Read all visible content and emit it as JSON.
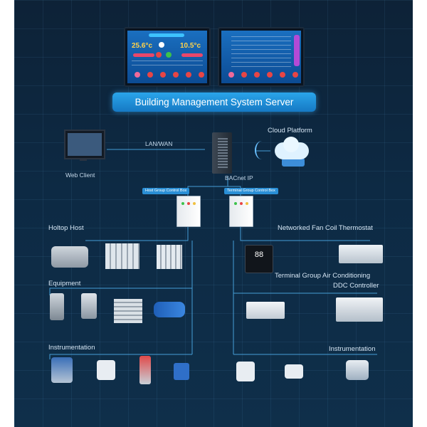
{
  "title": "Building Management System Server",
  "monitor_left": {
    "temp_left": "25.6°c",
    "temp_right": "10.5°c"
  },
  "nodes": {
    "web_client": "Web Client",
    "lan_wan": "LAN/WAN",
    "cloud_platform": "Cloud Platform",
    "bacnet_ip": "BACnet IP",
    "host_group_box": "Host Group Control Box",
    "terminal_group_box": "Terminal Group Control Box"
  },
  "sections": {
    "holtop_host": "Holtop Host",
    "networked_fan_coil": "Networked Fan Coil Thermostat",
    "equipment": "Equipment",
    "terminal_ddc_line1": "Terminal Group Air Conditioning",
    "terminal_ddc_line2": "DDC Controller",
    "instrumentation_left": "Instrumentation",
    "instrumentation_right": "Instrumentation"
  },
  "thermostat_display": "88",
  "colors": {
    "background": "#0d2a44",
    "accent": "#1f8fe0",
    "line": "#4fb2f0"
  }
}
